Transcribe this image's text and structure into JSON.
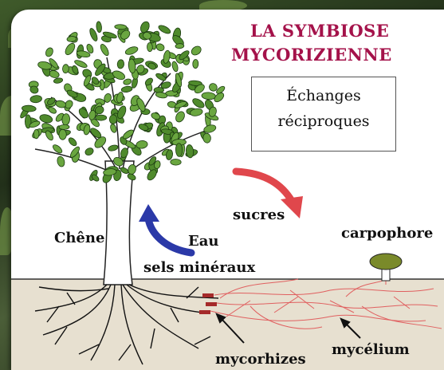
{
  "title": {
    "line1": "LA SYMBIOSE",
    "line2": "MYCORIZIENNE"
  },
  "box": {
    "line1": "Échanges",
    "line2": "réciproques"
  },
  "labels": {
    "chene": "Chêne",
    "sucres": "sucres",
    "eau": "Eau",
    "sels": "sels minéraux",
    "carpophore": "carpophore",
    "mycorhizes": "mycorhizes",
    "mycelium": "mycélium"
  },
  "colors": {
    "title": "#a4124a",
    "foliage": "#4f8a2c",
    "soil": "#e7e0d0",
    "sucres_arrow": "#e0474c",
    "eau_arrow": "#2b39a8",
    "mycelium": "#e06060",
    "mushroom_cap": "#7a8a2a"
  }
}
